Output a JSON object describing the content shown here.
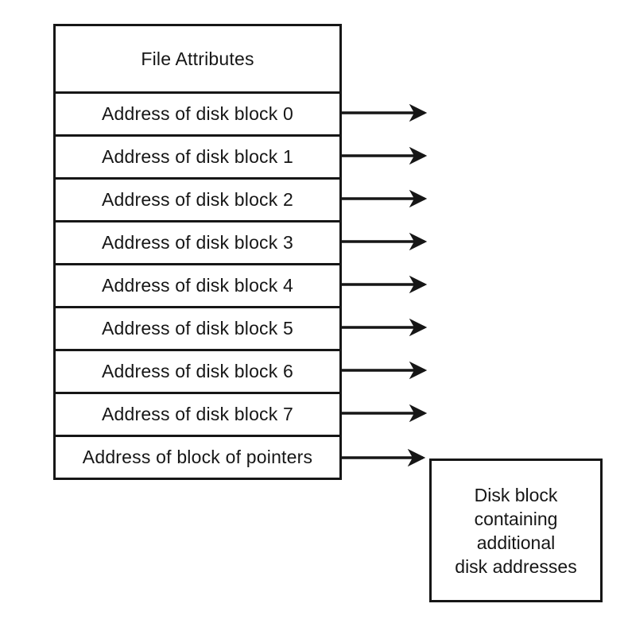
{
  "diagram": {
    "file_attributes": "File Attributes",
    "rows": [
      "Address of disk block 0",
      "Address of disk block 1",
      "Address of disk block 2",
      "Address of disk block 3",
      "Address of disk block 4",
      "Address of disk block 5",
      "Address of disk block 6",
      "Address of disk block 7",
      "Address of block of pointers"
    ],
    "indirect_block_lines": [
      "Disk block",
      "containing",
      "additional",
      "disk addresses"
    ],
    "colors": {
      "line": "#161616",
      "background": "#ffffff",
      "text": "#161616"
    }
  }
}
